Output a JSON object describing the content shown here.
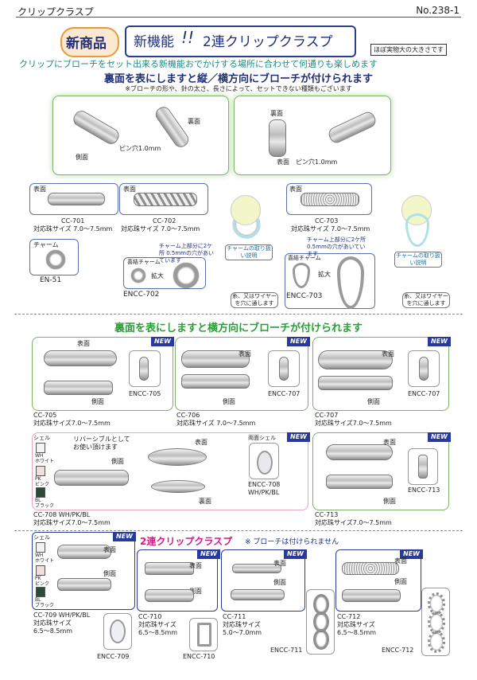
{
  "header": {
    "title": "クリップクラスプ",
    "page_no": "No.238-1"
  },
  "badge_new": "新商品",
  "headline": {
    "prefix": "新機能",
    "exclaim": "!!",
    "main": "2連クリップクラスプ"
  },
  "actual_size_note": "ほぼ実物大の大きさです",
  "intro": {
    "line1": "クリップにブローチをセット出来る新機能おでかけする場所に合わせて何通りも楽しめます",
    "line2": "裏面を表にしますと縦／横方向にブローチが付けられます",
    "line3": "※ブローチの形や、針の太さ、長さによって、セットできない種類もございます"
  },
  "top_demo": {
    "left_side": "側面",
    "left_back": "裏面",
    "left_pin": "ピン穴1.0mm",
    "right_back": "裏面",
    "right_front": "表面",
    "right_pin": "ピン穴1.0mm"
  },
  "cc701": {
    "face": "表面",
    "code": "CC-701",
    "bead": "対応珠サイズ 7.0〜7.5mm"
  },
  "cc702": {
    "face": "表面",
    "code": "CC-702",
    "bead": "対応珠サイズ 7.0〜7.5mm"
  },
  "cc703": {
    "face": "表面",
    "code": "CC-703",
    "bead": "対応珠サイズ 7.0〜7.5mm"
  },
  "charm_section": {
    "charm_label": "チャーム",
    "en51": "EN-51",
    "howto": "チャームの取り扱い説明",
    "hole_note": "チャーム上部分に2ケ所 0.5mmの穴があいています",
    "twist_charm": "喜結チャーム",
    "zoom": "拡大",
    "encc702": "ENCC-702",
    "encc703": "ENCC-703",
    "thread_note": "糸、又はワイヤーを穴に通します"
  },
  "section2_title": "裏面を表にしますと横方向にブローチが付けられます",
  "new_label": "NEW",
  "face": "表面",
  "side": "側面",
  "back": "裏面",
  "cc705": {
    "code": "CC-705",
    "bead": "対応珠サイズ7.0〜7.5mm",
    "charm": "ENCC-705"
  },
  "cc706": {
    "code": "CC-706",
    "bead": "対応珠サイズ 7.0〜7.5mm",
    "charm": "ENCC-707"
  },
  "cc707": {
    "code": "CC-707",
    "bead": "対応珠サイズ7.0〜7.5mm",
    "charm": "ENCC-707"
  },
  "cc708": {
    "shell": "シェル",
    "wh": "WH\nホワイト",
    "pk": "PK\nピンク",
    "bl": "BL\nブラック",
    "reversible": "リバーシブルとして お使い頂けます",
    "double_shell": "両面シェル",
    "charm": "ENCC-708",
    "charm_colors": "WH/PK/BL",
    "code": "CC-708 WH/PK/BL",
    "bead": "対応珠サイズ7.0〜7.5mm"
  },
  "cc713": {
    "code": "CC-713",
    "bead": "対応珠サイズ7.0〜7.5mm",
    "charm": "ENCC-713"
  },
  "section3": {
    "title": "2連クリップクラスプ",
    "note": "※ ブローチは付けられません"
  },
  "cc709": {
    "code": "CC-709 WH/PK/BL",
    "bead_label": "対応珠サイズ",
    "bead": "6.5〜8.5mm",
    "charm": "ENCC-709"
  },
  "cc710": {
    "code": "CC-710",
    "bead_label": "対応珠サイズ",
    "bead": "6.5〜8.5mm",
    "charm": "ENCC-710"
  },
  "cc711": {
    "code": "CC-711",
    "bead_label": "対応珠サイズ",
    "bead": "5.0〜7.0mm",
    "charm": "ENCC-711"
  },
  "cc712": {
    "code": "CC-712",
    "bead_label": "対応珠サイズ",
    "bead": "6.5〜8.5mm",
    "charm": "ENCC-712"
  },
  "colors": {
    "green": "#2e9b3a",
    "navy": "#1f2f7a",
    "magenta": "#d8188a",
    "teal": "#1a8d82"
  }
}
